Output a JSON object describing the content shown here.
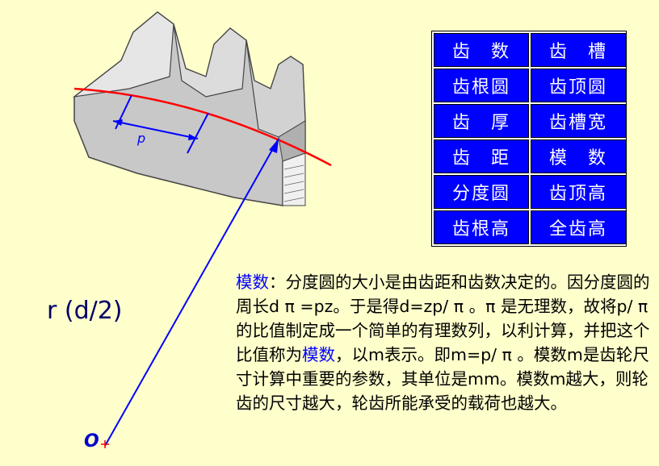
{
  "terms_table": {
    "rows": [
      [
        "齿　数",
        "齿　槽"
      ],
      [
        "齿根圆",
        "齿顶圆"
      ],
      [
        "齿　厚",
        "齿槽宽"
      ],
      [
        "齿　距",
        "模　数"
      ],
      [
        "分度圆",
        "齿顶高"
      ],
      [
        "齿根高",
        "全齿高"
      ]
    ]
  },
  "diagram": {
    "pitch_label": "p",
    "radius_label": "r (d/2)",
    "center_label": "O"
  },
  "description": {
    "term": "模数",
    "part1": "：分度圆的大小是由齿距和齿数决定的。因分度圆的周长d π =pz。于是得d=zp/ π 。π 是无理数，故将p/ π 的比值制定成一个简单的有理数列，以利计算，并把这个比值称为",
    "term2": "模数",
    "part2": "，以m表示。即m=p/ π 。模数m是齿轮尺寸计算中重要的参数，其单位是mm。模数m越大，则轮齿的尺寸越大，轮齿所能承受的载荷也越大。"
  },
  "colors": {
    "background": "#ffffcc",
    "cell_bg": "#0000ff",
    "pitch_circle": "#ff0000",
    "dimension_lines": "#0000ff"
  }
}
